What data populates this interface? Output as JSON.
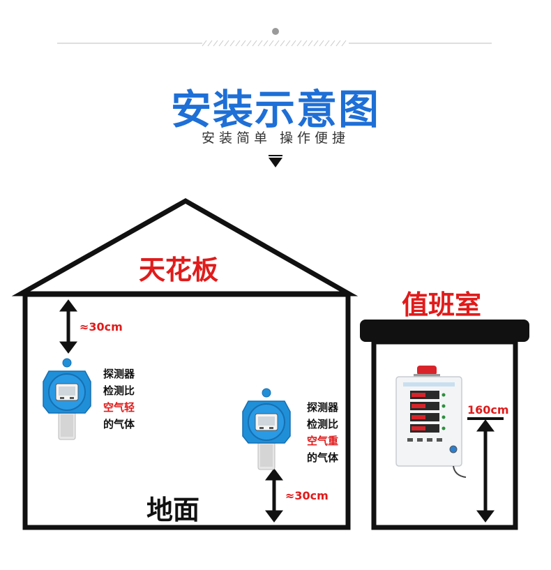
{
  "header": {
    "title": "安装示意图",
    "subtitle": "安装简单 操作便捷"
  },
  "house": {
    "ceiling_label": "天花板",
    "floor_label": "地面",
    "top_gap": "≈30cm",
    "bottom_gap": "≈30cm",
    "detector_light": {
      "line1": "探测器",
      "line2": "检测比",
      "line3": "空气轻",
      "line4": "的气体"
    },
    "detector_heavy": {
      "line1": "探测器",
      "line2": "检测比",
      "line3": "空气重",
      "line4": "的气体"
    }
  },
  "duty_room": {
    "label": "值班室",
    "height": "160cm"
  },
  "colors": {
    "title_blue": "#1e6fd6",
    "accent_red": "#e01b1b",
    "detector_blue": "#1f8fd8"
  }
}
